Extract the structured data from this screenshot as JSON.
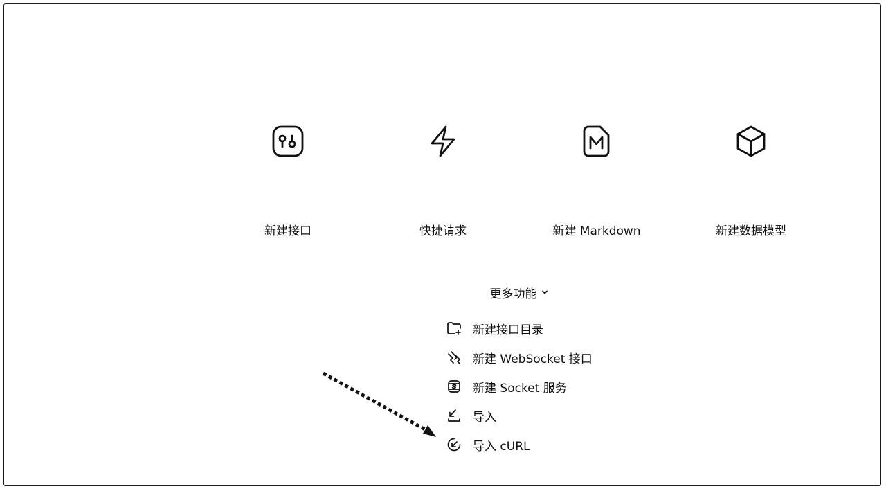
{
  "cards": [
    {
      "label": "新建接口",
      "icon": "api-endpoint-icon"
    },
    {
      "label": "快捷请求",
      "icon": "lightning-icon"
    },
    {
      "label": "新建 Markdown",
      "icon": "markdown-file-icon"
    },
    {
      "label": "新建数据模型",
      "icon": "cube-icon"
    }
  ],
  "more": {
    "label": "更多功能",
    "icon": "chevron-down-icon"
  },
  "menu": [
    {
      "label": "新建接口目录",
      "icon": "folder-add-icon"
    },
    {
      "label": "新建 WebSocket 接口",
      "icon": "websocket-icon"
    },
    {
      "label": "新建 Socket 服务",
      "icon": "socket-service-icon"
    },
    {
      "label": "导入",
      "icon": "import-icon"
    },
    {
      "label": "导入 cURL",
      "icon": "import-curl-icon"
    }
  ]
}
